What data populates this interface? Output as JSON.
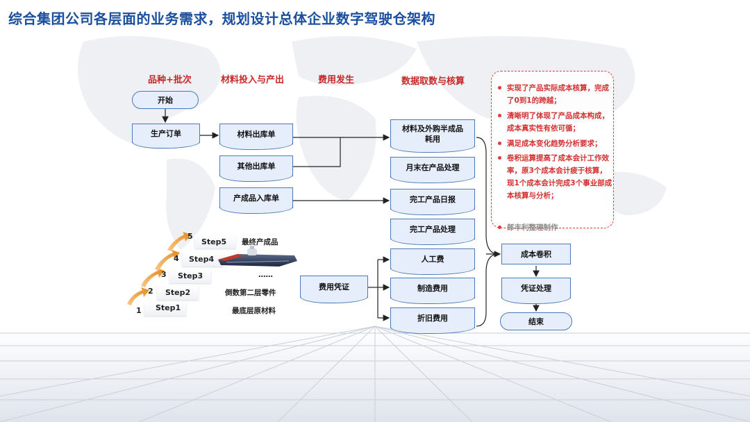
{
  "title": "综合集团公司各层面的业务需求，规划设计总体企业数字驾驶仓架构",
  "columns": {
    "varieties": "品种+批次",
    "materials": "材料投入与产出",
    "expenses": "费用发生",
    "accounting": "数据取数与核算"
  },
  "nodes": {
    "start": "开始",
    "production_order": "生产订单",
    "material_issue": "材料出库单",
    "other_issue": "其他出库单",
    "product_receipt": "产成品入库单",
    "expense_voucher": "费用凭证",
    "material_consumption": "材料及外购半成品耗用",
    "wip_processing": "月末在产品处理",
    "finished_daily": "完工产品日报",
    "finished_processing": "完工产品处理",
    "labor_cost": "人工费",
    "manufacturing_cost": "制造费用",
    "depreciation": "折旧费用",
    "cost_rollup": "成本卷积",
    "voucher_processing": "凭证处理",
    "end": "结束"
  },
  "notes": [
    "实现了产品实际成本核算，完成了0到1的跨越；",
    "清晰明了体现了产品成本构成，成本真实性有依可循；",
    "满足成本变化趋势分析要求；",
    "卷积运算提高了成本会计工作效率，原3个成本会计疲于核算，现1个成本会计完成3个事业部成本核算与分析；",
    "郎丰利整理制作"
  ],
  "staircase": {
    "numbers": [
      "1",
      "2",
      "3",
      "4",
      "5"
    ],
    "steps": [
      "Step1",
      "Step2",
      "Step3",
      "Step4",
      "Step5"
    ],
    "labels": [
      "最底层原材料",
      "倒数第二层零件",
      "……",
      "",
      "最终产成品"
    ]
  },
  "colors": {
    "title": "#1a4fa0",
    "header": "#c62828",
    "node_fill": "#e6eefb",
    "node_border": "#4a78b8",
    "note": "#d32f2f"
  }
}
